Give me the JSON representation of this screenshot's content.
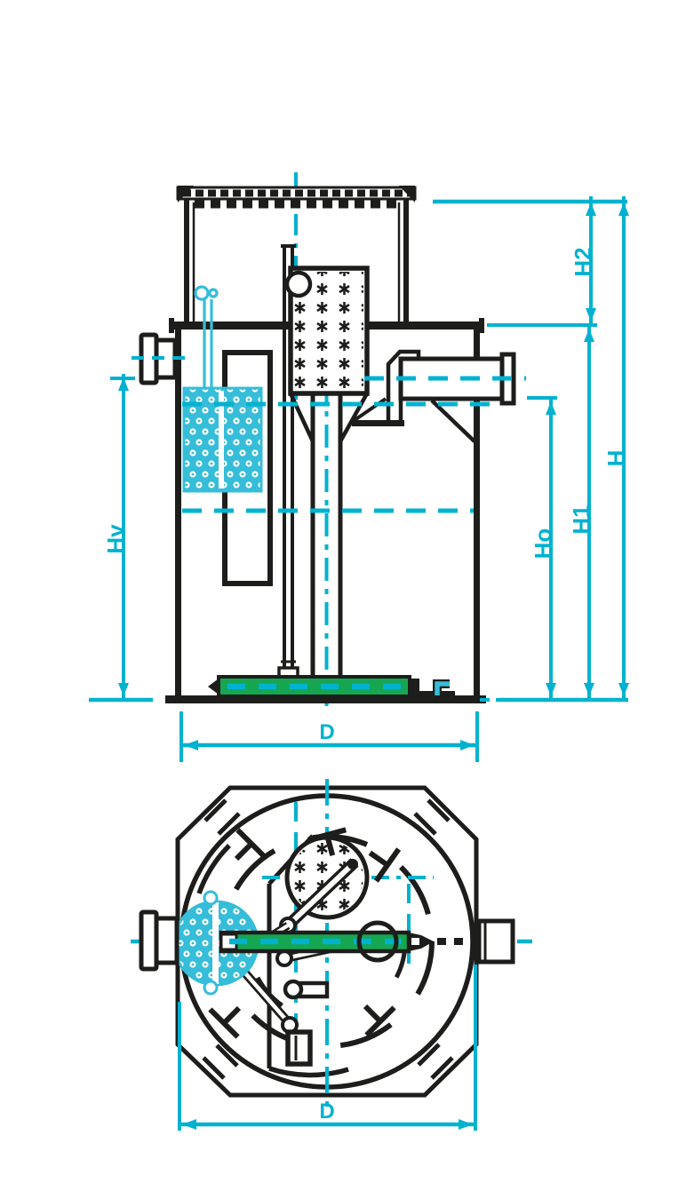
{
  "colors": {
    "dimension_cyan": "#00b2d0",
    "hatch_cyan": "#35bdd9",
    "diffuser_green": "#16a651",
    "line_black": "#1d1d1b",
    "background": "#ffffff"
  },
  "elevation_view": {
    "dimension_labels": {
      "H2": "H2",
      "H": "H",
      "H1": "H1",
      "Ho": "Ho",
      "Hv": "Hv",
      "D": "D"
    }
  },
  "plan_view": {
    "dimension_labels": {
      "D": "D"
    }
  }
}
